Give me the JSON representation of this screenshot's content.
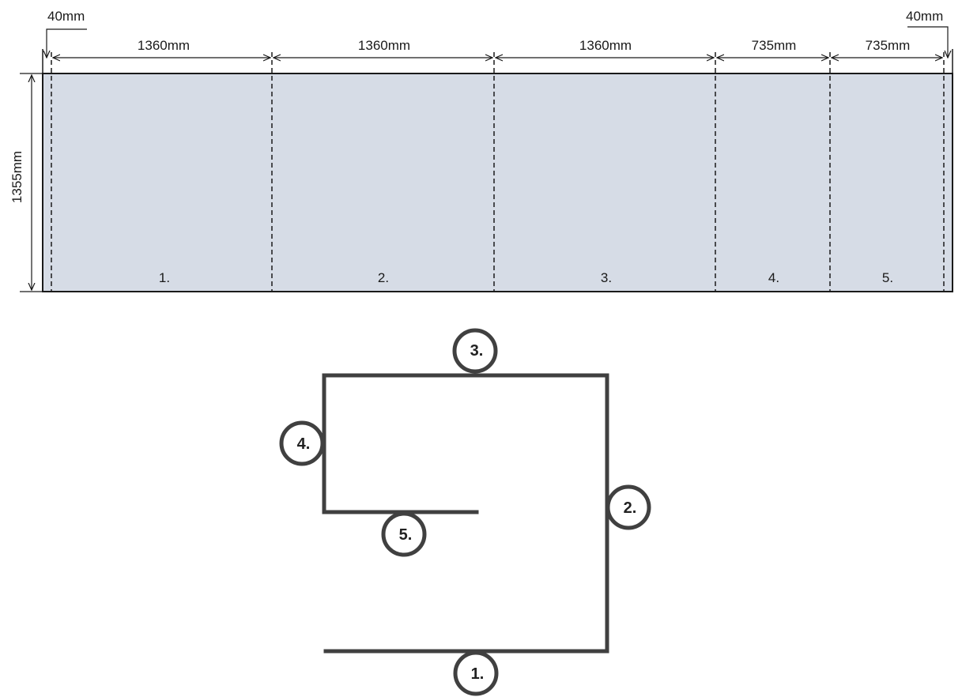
{
  "dimensions": {
    "left_margin": "40mm",
    "right_margin": "40mm",
    "height": "1355mm",
    "panel_widths": [
      "1360mm",
      "1360mm",
      "1360mm",
      "735mm",
      "735mm"
    ]
  },
  "panels": [
    {
      "label": "1."
    },
    {
      "label": "2."
    },
    {
      "label": "3."
    },
    {
      "label": "4."
    },
    {
      "label": "5."
    }
  ],
  "plan": {
    "markers": [
      "1.",
      "2.",
      "3.",
      "4.",
      "5."
    ]
  },
  "colors": {
    "panel_fill": "#d6dce6",
    "line": "#1a1a1a",
    "plan_line": "#404040"
  }
}
